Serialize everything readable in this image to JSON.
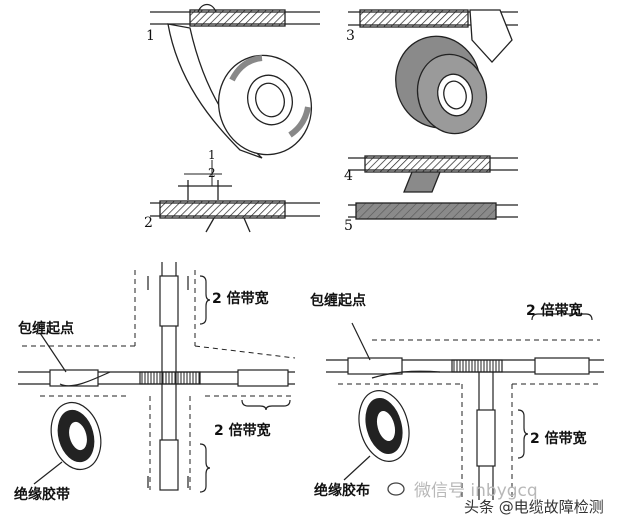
{
  "steps": {
    "s1": "1",
    "s2": "2",
    "s3": "3",
    "s4": "4",
    "s5": "5",
    "dim_label": "1",
    "dim_label_2": "2"
  },
  "labels": {
    "double_width_top": "2 倍带宽",
    "double_width_mid": "2 倍带宽",
    "double_width_right_top": "2 倍带宽",
    "double_width_right_bot": "2 倍带宽",
    "start_point_left": "包缠起点",
    "start_point_right": "包缠起点",
    "tape_left": "绝缘胶带",
    "tape_right": "绝缘胶布"
  },
  "watermark": {
    "faint": "微信号 inbygcq",
    "main": "头条 @电缆故障检测"
  }
}
